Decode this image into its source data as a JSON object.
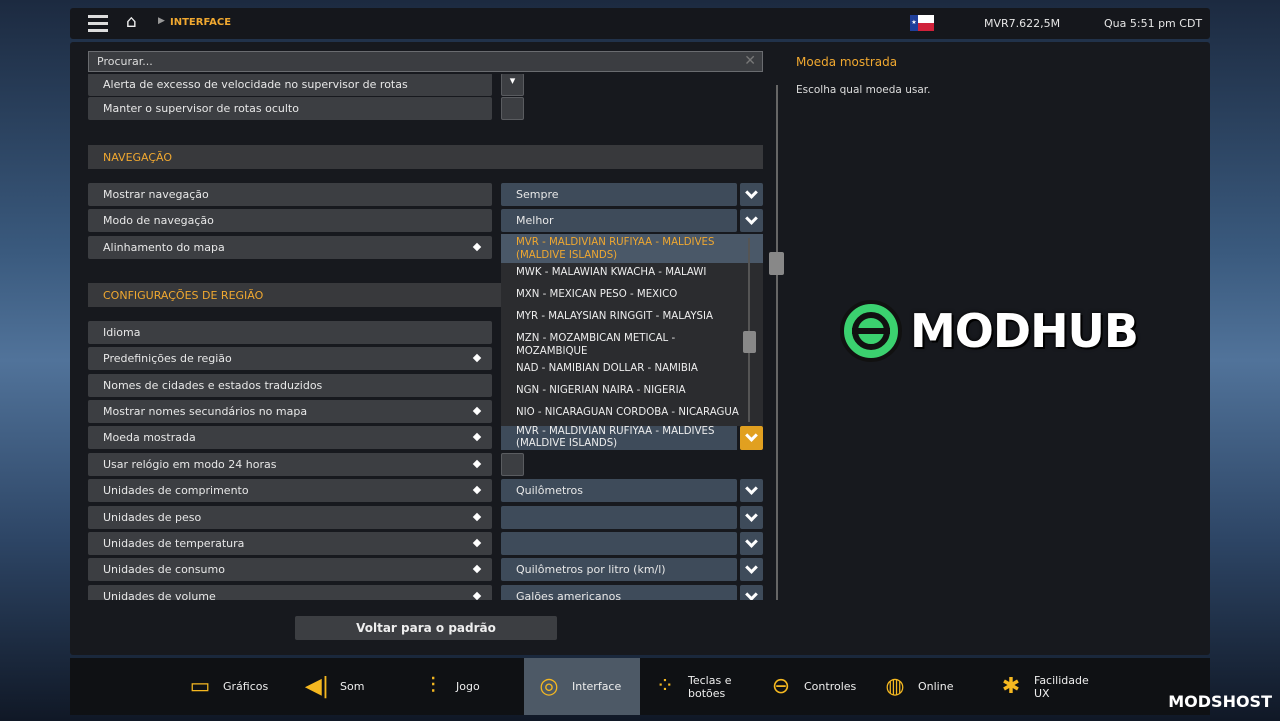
{
  "topbar": {
    "breadcrumb": "INTERFACE",
    "money": "MVR7.622,5M",
    "clock": "Qua 5:51 pm CDT",
    "flag": "texas-flag"
  },
  "search": {
    "placeholder": "Procurar..."
  },
  "settings": {
    "rows": [
      {
        "label": "Alerta de excesso de velocidade no supervisor de rotas",
        "diamond": false,
        "control": "checkbox-check"
      },
      {
        "label": "Manter o supervisor de rotas oculto",
        "diamond": false,
        "control": "checkbox"
      },
      {
        "header": "NAVEGAÇÃO"
      },
      {
        "label": "Mostrar navegação",
        "diamond": false,
        "control": "dropdown",
        "value": "Sempre"
      },
      {
        "label": "Modo de navegação",
        "diamond": false,
        "control": "dropdown",
        "value": "Melhor"
      },
      {
        "label": "Alinhamento do mapa",
        "diamond": true
      },
      {
        "header": "CONFIGURAÇÕES DE REGIÃO"
      },
      {
        "label": "Idioma",
        "diamond": false
      },
      {
        "label": "Predefinições de região",
        "diamond": true
      },
      {
        "label": "Nomes de cidades e estados traduzidos",
        "diamond": false
      },
      {
        "label": "Mostrar nomes secundários no mapa",
        "diamond": true
      },
      {
        "label": "Moeda mostrada",
        "diamond": true
      },
      {
        "label": "Usar relógio em modo 24 horas",
        "diamond": true,
        "control": "checkbox"
      },
      {
        "label": "Unidades de comprimento",
        "diamond": true,
        "control": "dropdown",
        "value": "Quilômetros"
      },
      {
        "label": "Unidades de peso",
        "diamond": true,
        "control": "dropdown",
        "value": ""
      },
      {
        "label": "Unidades de temperatura",
        "diamond": true,
        "control": "dropdown",
        "value": ""
      },
      {
        "label": "Unidades de consumo",
        "diamond": true,
        "control": "dropdown",
        "value": "Quilômetros por litro (km/l)"
      },
      {
        "label": "Unidades de volume",
        "diamond": true,
        "control": "dropdown",
        "value": "Galões americanos"
      }
    ]
  },
  "currency_dropdown": {
    "selected": "MVR - MALDIVIAN RUFIYAA - MALDIVES (MALDIVE ISLANDS)",
    "options": [
      "MVR - MALDIVIAN RUFIYAA - MALDIVES (MALDIVE ISLANDS)",
      "MWK - MALAWIAN KWACHA - MALAWI",
      "MXN - MEXICAN PESO - MEXICO",
      "MYR - MALAYSIAN RINGGIT - MALAYSIA",
      "MZN - MOZAMBICAN METICAL - MOZAMBIQUE",
      "NAD - NAMIBIAN DOLLAR - NAMIBIA",
      "NGN - NIGERIAN NAIRA - NIGERIA",
      "NIO - NICARAGUAN CORDOBA - NICARAGUA"
    ],
    "highlight_color": "#f0a830"
  },
  "help": {
    "title": "Moeda mostrada",
    "text": "Escolha qual moeda usar."
  },
  "reset_label": "Voltar para o padrão",
  "bottom_nav": [
    {
      "label": "Gráficos",
      "icon": "monitor-icon"
    },
    {
      "label": "Som",
      "icon": "speaker-icon"
    },
    {
      "label": "Jogo",
      "icon": "sliders-icon"
    },
    {
      "label": "Interface",
      "icon": "cursor-icon",
      "active": true
    },
    {
      "label": "Teclas e botões",
      "icon": "gamepad-buttons-icon"
    },
    {
      "label": "Controles",
      "icon": "steering-wheel-icon"
    },
    {
      "label": "Online",
      "icon": "globe-icon"
    },
    {
      "label": "Facilidade UX",
      "icon": "accessibility-icon"
    }
  ],
  "watermarks": {
    "modhub": "MODHUB",
    "modshost": "MODSHOST"
  },
  "accent_color": "#f0a830"
}
